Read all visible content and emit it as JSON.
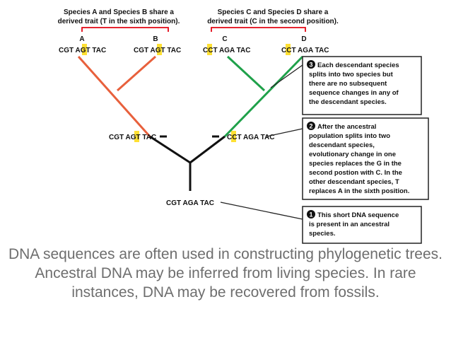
{
  "header": {
    "left": [
      "Species A and Species B share a",
      "derived trait (T in the sixth position)."
    ],
    "right": [
      "Species C and Species D share a",
      "derived trait (C in the second position)."
    ]
  },
  "species": [
    {
      "letter": "A",
      "seq": [
        "CGT AG",
        "T",
        " TAC"
      ]
    },
    {
      "letter": "B",
      "seq": [
        "CGT AG",
        "T",
        " TAC"
      ]
    },
    {
      "letter": "C",
      "seq": [
        "C",
        "C",
        "T AGA TAC"
      ]
    },
    {
      "letter": "D",
      "seq": [
        "C",
        "C",
        "T AGA TAC"
      ]
    }
  ],
  "intermediate": {
    "left": [
      "CGT AG",
      "T",
      " TAC"
    ],
    "right": [
      "C",
      "C",
      "T AGA TAC"
    ]
  },
  "ancestral": "CGT AGA TAC",
  "callouts": [
    {
      "num": "3",
      "lines": [
        "Each descendant species",
        "splits into two species but",
        "there are no subsequent",
        "sequence changes in any of",
        "the descendant species."
      ]
    },
    {
      "num": "2",
      "lines": [
        "After the ancestral",
        "population splits into two",
        "descendant species,",
        "evolutionary change in one",
        "species replaces the G in the",
        "second postion with C. In the",
        "other descendant species, T",
        "replaces A in the sixth position."
      ]
    },
    {
      "num": "1",
      "lines": [
        "This short DNA sequence",
        "is present in an ancestral",
        "species."
      ]
    }
  ],
  "caption": "DNA sequences are often used in constructing phylogenetic trees. Ancestral DNA may be inferred from living species. In rare instances, DNA may be recovered from fossils.",
  "colors": {
    "branch_ab": "#e8603c",
    "branch_cd": "#1fa14a",
    "stem": "#111111",
    "highlight": "#ffe033",
    "bracket": "#e30613",
    "callout_border": "#222222"
  }
}
